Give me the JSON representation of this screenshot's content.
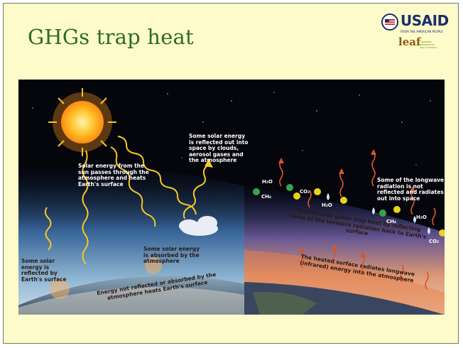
{
  "slide": {
    "title": "GHGs trap heat",
    "logos": {
      "usaid_name": "USAID",
      "usaid_tagline": "FROM THE AMERICAN PEOPLE",
      "leaf_name": "leaf",
      "leaf_tagline": "LOWERING EMISSIONS IN ASIA'S FORESTS"
    }
  },
  "diagram": {
    "left_panel": {
      "sun_label": "Solar energy from the sun passes through the atmosphere and heats Earth's surface",
      "reflected_space_label": "Some solar energy is reflected out into space by clouds, aerosol gases and the atmosphere",
      "absorbed_label": "Some solar energy is absorbed by the atmosphere",
      "surface_reflect_label": "Some solar energy is reflected by Earth's surface",
      "ground_label": "Energy not reflected or absorbed by the atmosphere heats Earth's surface"
    },
    "right_panel": {
      "longwave_space_label": "Some of the longwave radiation is not reflected and radiates out into space",
      "trap_label": "Greenhouse gases trap heat by reflecting some of the lonwave radiation back to Earth's surface",
      "surface_radiates_label": "The heated surface radiates longwave (infrared) energy into the atmosphere",
      "molecules": [
        "H₂O",
        "CH₄",
        "CO₂",
        "H₂O",
        "CH₄",
        "H₂O",
        "CO₂"
      ]
    },
    "colors": {
      "space": "#05060c",
      "atmosphere_glow": "#9ec9e8",
      "sun": "#ffb020",
      "solar_ray": "#f5c623",
      "longwave_ray": "#d9552a",
      "ch4": "#3aa24a",
      "co2": "#e6d21a",
      "h2o": "#cfe6f5"
    }
  }
}
